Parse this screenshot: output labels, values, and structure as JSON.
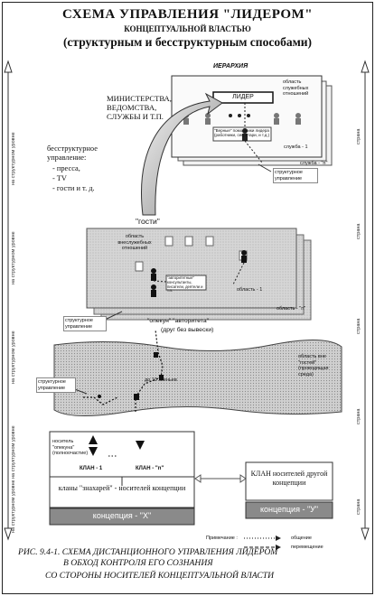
{
  "title": {
    "line1": "СХЕМА УПРАВЛЕНИЯ \"ЛИДЕРОМ\"",
    "line2": "КОНЦЕПТУАЛЬНОЙ ВЛАСТЬЮ",
    "line3": "(структурным и бесструктурным способами)"
  },
  "top": {
    "hierarchy": "ИЕРАРХИЯ",
    "leader": "ЛИДЕР",
    "service_area": "область служебных отношений",
    "ministries": "МИНИСТЕРСТВА, ВЕДОМСТВА, СЛУЖБЫ И Т.П.",
    "people_note": "\"Верные\" помощники лидера (работники, секретари, и т.д.)",
    "service_1": "служба - 1",
    "service_n": "служба - \"n\""
  },
  "structureless": {
    "title": "бесструктурное управление:",
    "items": [
      "- пресса,",
      "- TV",
      "- гости и т. д."
    ]
  },
  "middle": {
    "guests": "\"гости\"",
    "nonservice_area": "область внеслужебных отношений",
    "advisors_note": "\"авторитетные\" консультанты, писатели, деятели и т.п.",
    "area_1": "область - 1",
    "area_n": "область - \"n\"",
    "guardians": "\"опекун\" \"авторитета\"",
    "guardians_sub": "(друг без вывески)"
  },
  "lower": {
    "up_to_10": "до 10 звеньев",
    "guests_area": "область вне \"гостей\" (проводящая среда)"
  },
  "structural_label": "структурное управление",
  "clans": {
    "carrier": "носитель \"опекуна\" (полноочастие)",
    "clan_1": "КЛАН - 1",
    "clan_n": "КЛАН - \"n\"",
    "clans_label": "кланы \"знахарей\" - носителей концепции",
    "concept_x": "концепция - \"X\"",
    "clan_other": "КЛАН носителей другой концепции",
    "concept_y": "концепция - \"У\""
  },
  "legend": {
    "title": "Примечание :",
    "item1": "общение",
    "item2": "перемещение"
  },
  "side_labels": {
    "left": [
      "на структурном уровне",
      "на структурном уровне",
      "на структурном уровне",
      "на структурном уровне",
      "на структурном уровне"
    ],
    "right": [
      "страна",
      "страна",
      "страна",
      "страна",
      "страна"
    ]
  },
  "caption": {
    "line1": "РИС. 9.4-1. СХЕМА ДИСТАНЦИОННОГО УПРАВЛЕНИЯ ЛИДЕРОМ",
    "line2": "В ОБХОД КОНТРОЛЯ ЕГО СОЗНАНИЯ",
    "line3": "СО СТОРОНЫ НОСИТЕЛЕЙ КОНЦЕПТУАЛЬНОЙ ВЛАСТИ"
  }
}
